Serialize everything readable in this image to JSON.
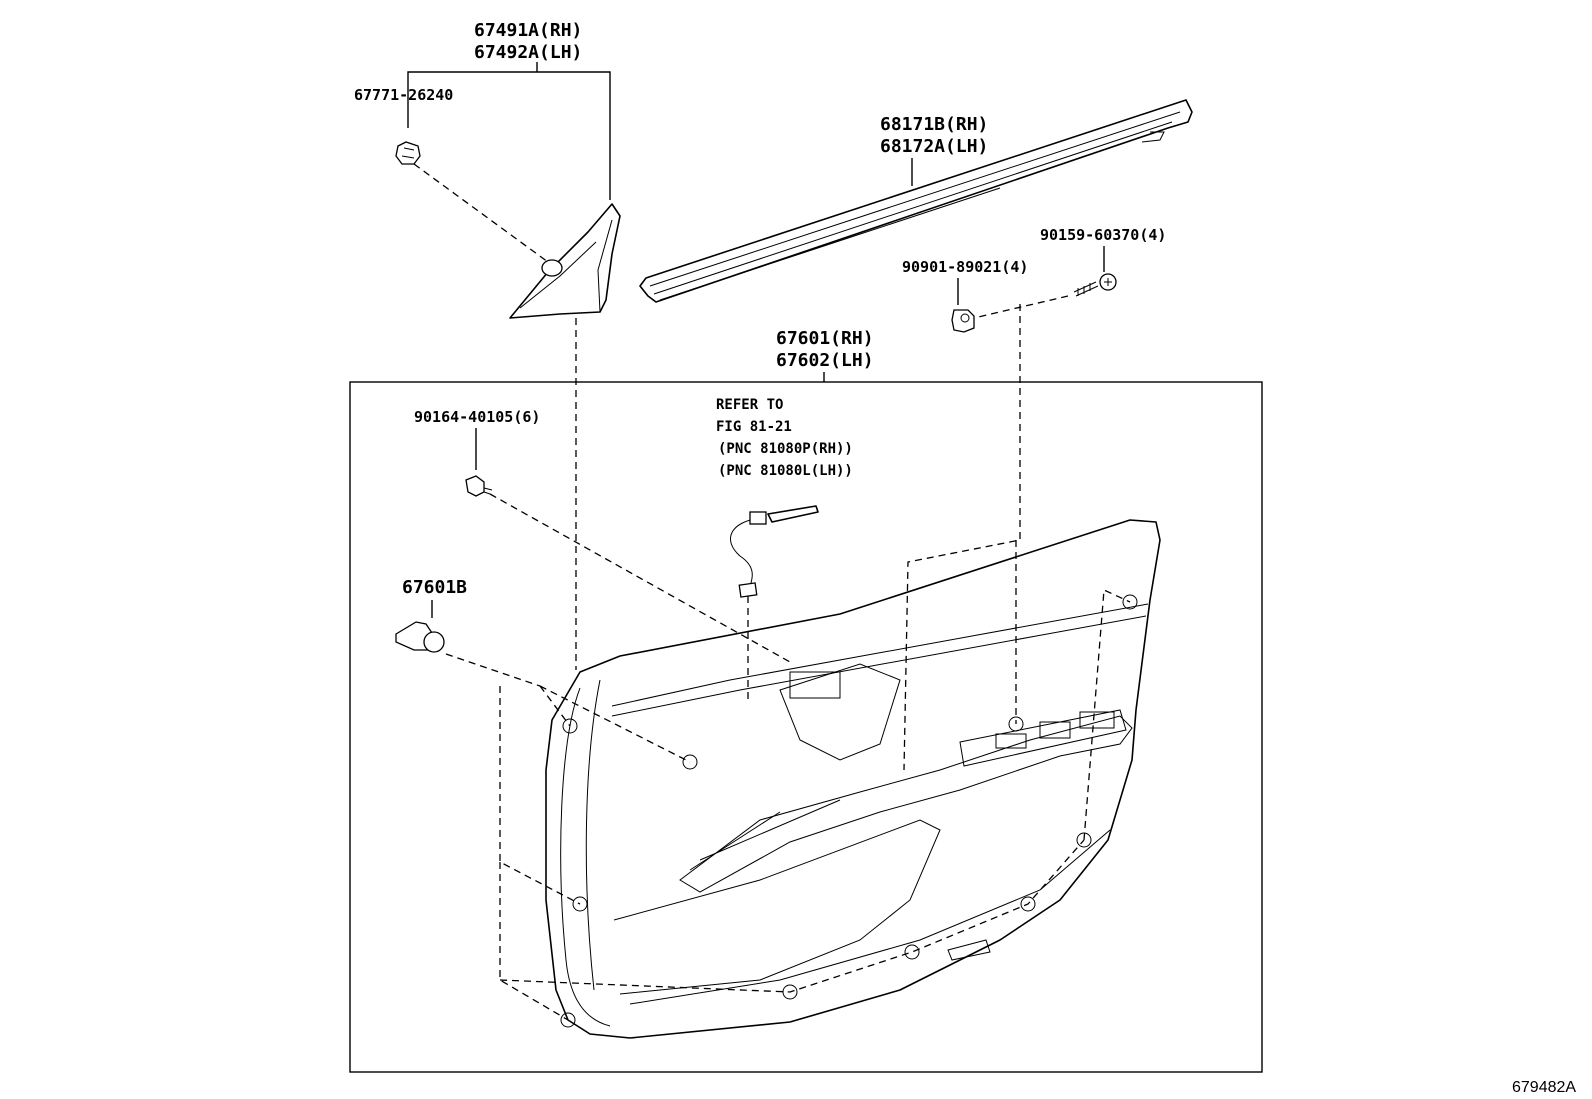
{
  "labels": {
    "triangle_cover": [
      "67491A(RH)",
      "67492A(LH)"
    ],
    "clip_top": "67771-26240",
    "weatherstrip": [
      "68171B(RH)",
      "68172A(LH)"
    ],
    "screw_right": "90159-60370(4)",
    "nut_right": "90901-89021(4)",
    "door_trim_board": [
      "67601(RH)",
      "67602(LH)"
    ],
    "screw_left": "90164-40105(6)",
    "refer_note": [
      "REFER TO",
      "FIG 81-21",
      "(PNC 81080P(RH))",
      "(PNC 81080L(LH))"
    ],
    "clip_left": "67601B",
    "figure_id": "679482A"
  },
  "colors": {
    "ink": "#000000",
    "paper": "#ffffff"
  }
}
